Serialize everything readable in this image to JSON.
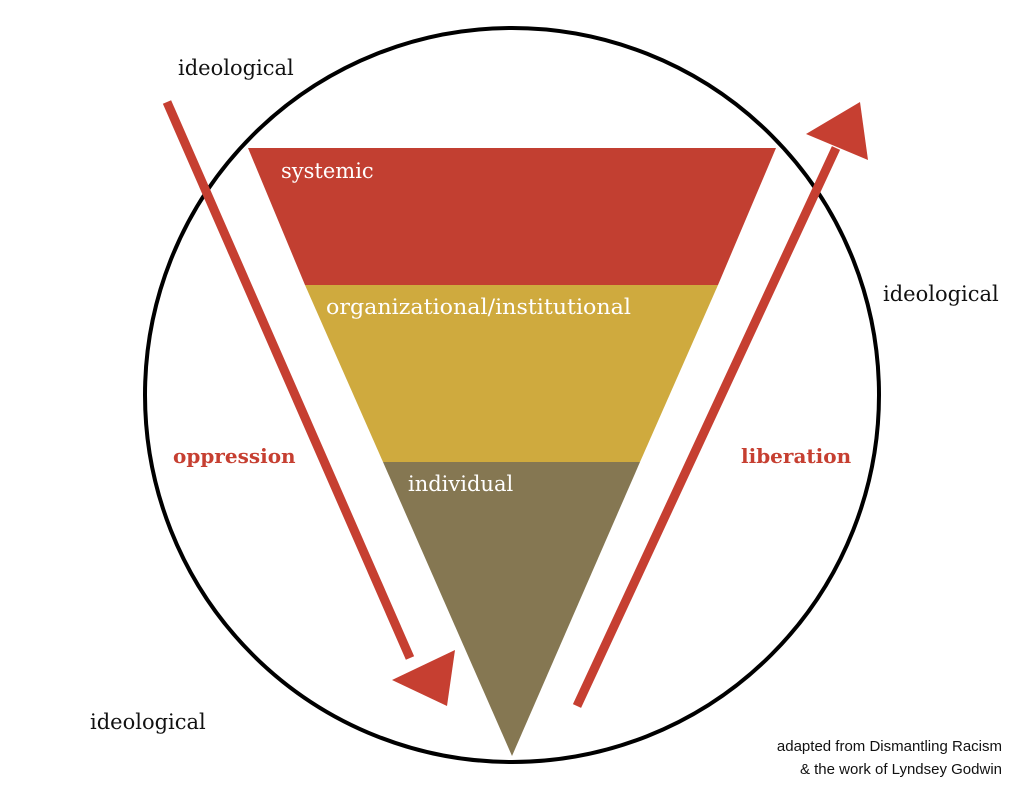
{
  "labels": {
    "ideological_top_left": "ideological",
    "ideological_right": "ideological",
    "ideological_bottom_left": "ideological",
    "systemic": "systemic",
    "organizational": "organizational/institutional",
    "individual": "individual",
    "oppression": "oppression",
    "liberation": "liberation"
  },
  "credit": {
    "line1": "adapted from Dismantling Racism",
    "line2": "& the work of Lyndsey Godwin"
  },
  "colors": {
    "systemic": "#C23F31",
    "organizational": "#CFAA3E",
    "individual": "#857752",
    "arrow": "#C63F31",
    "circle": "#000000"
  }
}
